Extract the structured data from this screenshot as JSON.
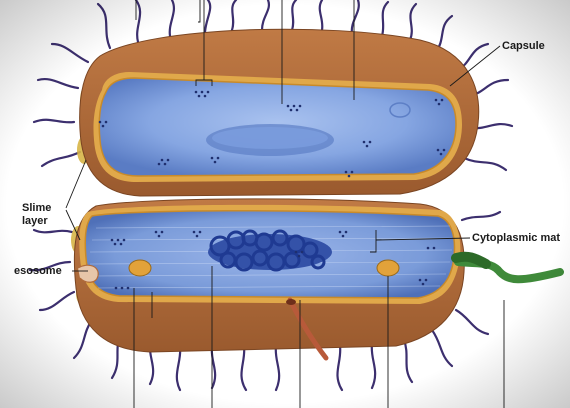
{
  "labels": {
    "capsule": "Capsule",
    "slime_layer_line1": "Slime",
    "slime_layer_line2": "layer",
    "cytoplasmic_matrix": "Cytoplasmic mat",
    "mesosome": "esosome"
  },
  "colors": {
    "outer_wall": "#b06a3a",
    "wall_highlight": "#d9a05a",
    "membrane": "#c88a2a",
    "cytoplasm": "#6d8fd0",
    "cytoplasm_light": "#9db8ea",
    "nucleoid": "#2a4aa0",
    "flagella": "#3c2f6e",
    "flagellum_green": "#3f8a3a",
    "slime_yellow": "#d8b548",
    "pilus": "#b85a3a"
  }
}
